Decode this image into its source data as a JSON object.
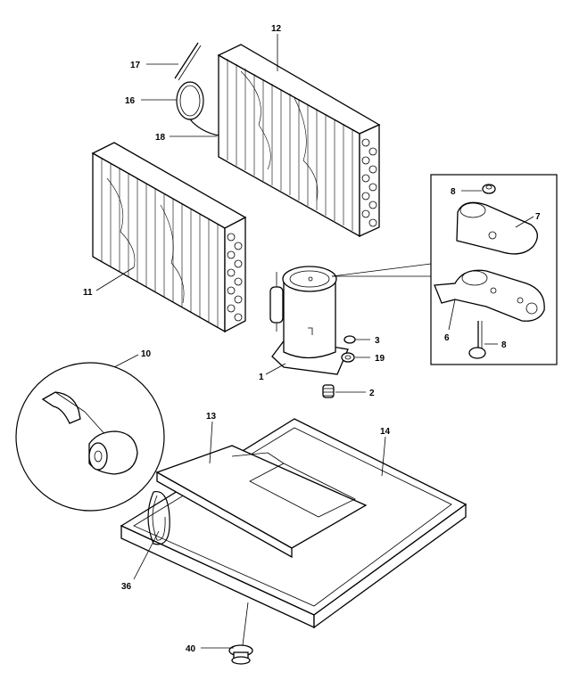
{
  "callouts": {
    "c1": "1",
    "c2": "2",
    "c3": "3",
    "c6": "6",
    "c7": "7",
    "c8a": "8",
    "c8b": "8",
    "c10": "10",
    "c11": "11",
    "c12": "12",
    "c13": "13",
    "c14": "14",
    "c16": "16",
    "c17": "17",
    "c18": "18",
    "c19": "19",
    "c36": "36",
    "c40": "40"
  }
}
